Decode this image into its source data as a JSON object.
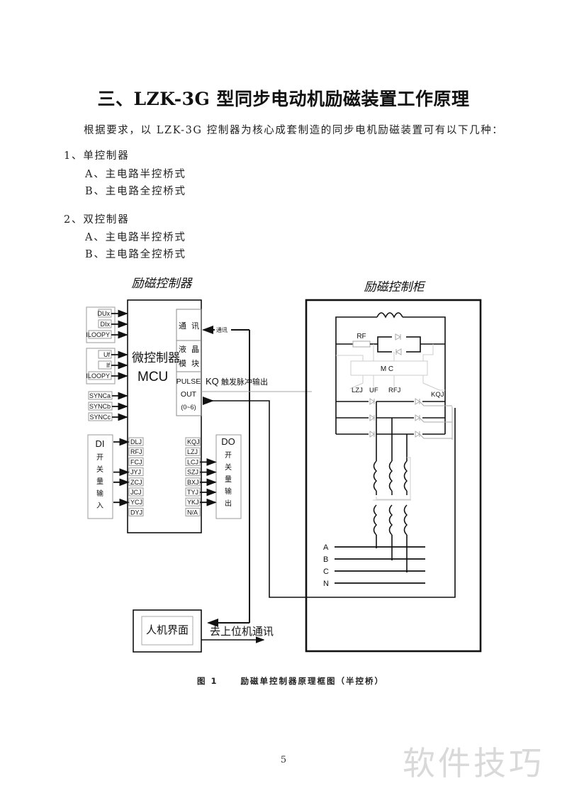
{
  "page": {
    "title": "三、LZK-3G 型同步电动机励磁装置工作原理",
    "intro": "根据要求，以 LZK-3G 控制器为核心成套制造的同步电机励磁装置可有以下几种：",
    "sections": [
      {
        "label": "1、单控制器",
        "options": [
          "A、主电路半控桥式",
          "B、主电路全控桥式"
        ]
      },
      {
        "label": "2、双控制器",
        "options": [
          "A、主电路半控桥式",
          "B、主电路全控桥式"
        ]
      }
    ],
    "page_number": "5",
    "watermark": "软件技巧"
  },
  "figure": {
    "caption_num": "图 1",
    "caption": "励磁单控制器原理框图（半控桥）",
    "controller": {
      "title": "励磁控制器",
      "mcu_cn": "微控制器",
      "mcu_en": "MCU",
      "analog_group1": [
        "DUx",
        "DIx",
        "ILOOPY"
      ],
      "analog_group2": [
        "Uf",
        "If",
        "ILOOPY"
      ],
      "sync_inputs": [
        "SYNCa",
        "SYNCb",
        "SYNCc"
      ],
      "comm_label": [
        "通",
        "讯"
      ],
      "lcd_label": [
        "液",
        "晶",
        "模",
        "块"
      ],
      "pulse_label": [
        "PULSE",
        "OUT",
        "(0~6)"
      ],
      "di_box": {
        "title": "DI",
        "chars": [
          "开",
          "关",
          "量",
          "输",
          "入"
        ]
      },
      "di_pins": [
        "DLJ",
        "RFJ",
        "FCJ",
        "JYJ",
        "ZCJ",
        "JCJ",
        "YCJ",
        "DYJ"
      ],
      "do_pins": [
        "KQJ",
        "LZJ",
        "LCJ",
        "SZJ",
        "BXJ",
        "TYJ",
        "YKJ",
        "N/A"
      ],
      "do_box": {
        "title": "DO",
        "chars": [
          "开",
          "关",
          "量",
          "输",
          "出"
        ]
      }
    },
    "signals": {
      "comm_small": "通讯",
      "kq_label": "KQ",
      "kq_desc": "触发脉冲输出",
      "upper_comm": "去上位机通讯"
    },
    "hmi": {
      "label": "人机界面"
    },
    "cabinet": {
      "title": "励磁控制柜",
      "rf": "RF",
      "mc": "M C",
      "relays": [
        "LZJ",
        "UF",
        "RFJ",
        "KQJ"
      ],
      "phases": [
        "A",
        "B",
        "C",
        "N"
      ]
    }
  }
}
